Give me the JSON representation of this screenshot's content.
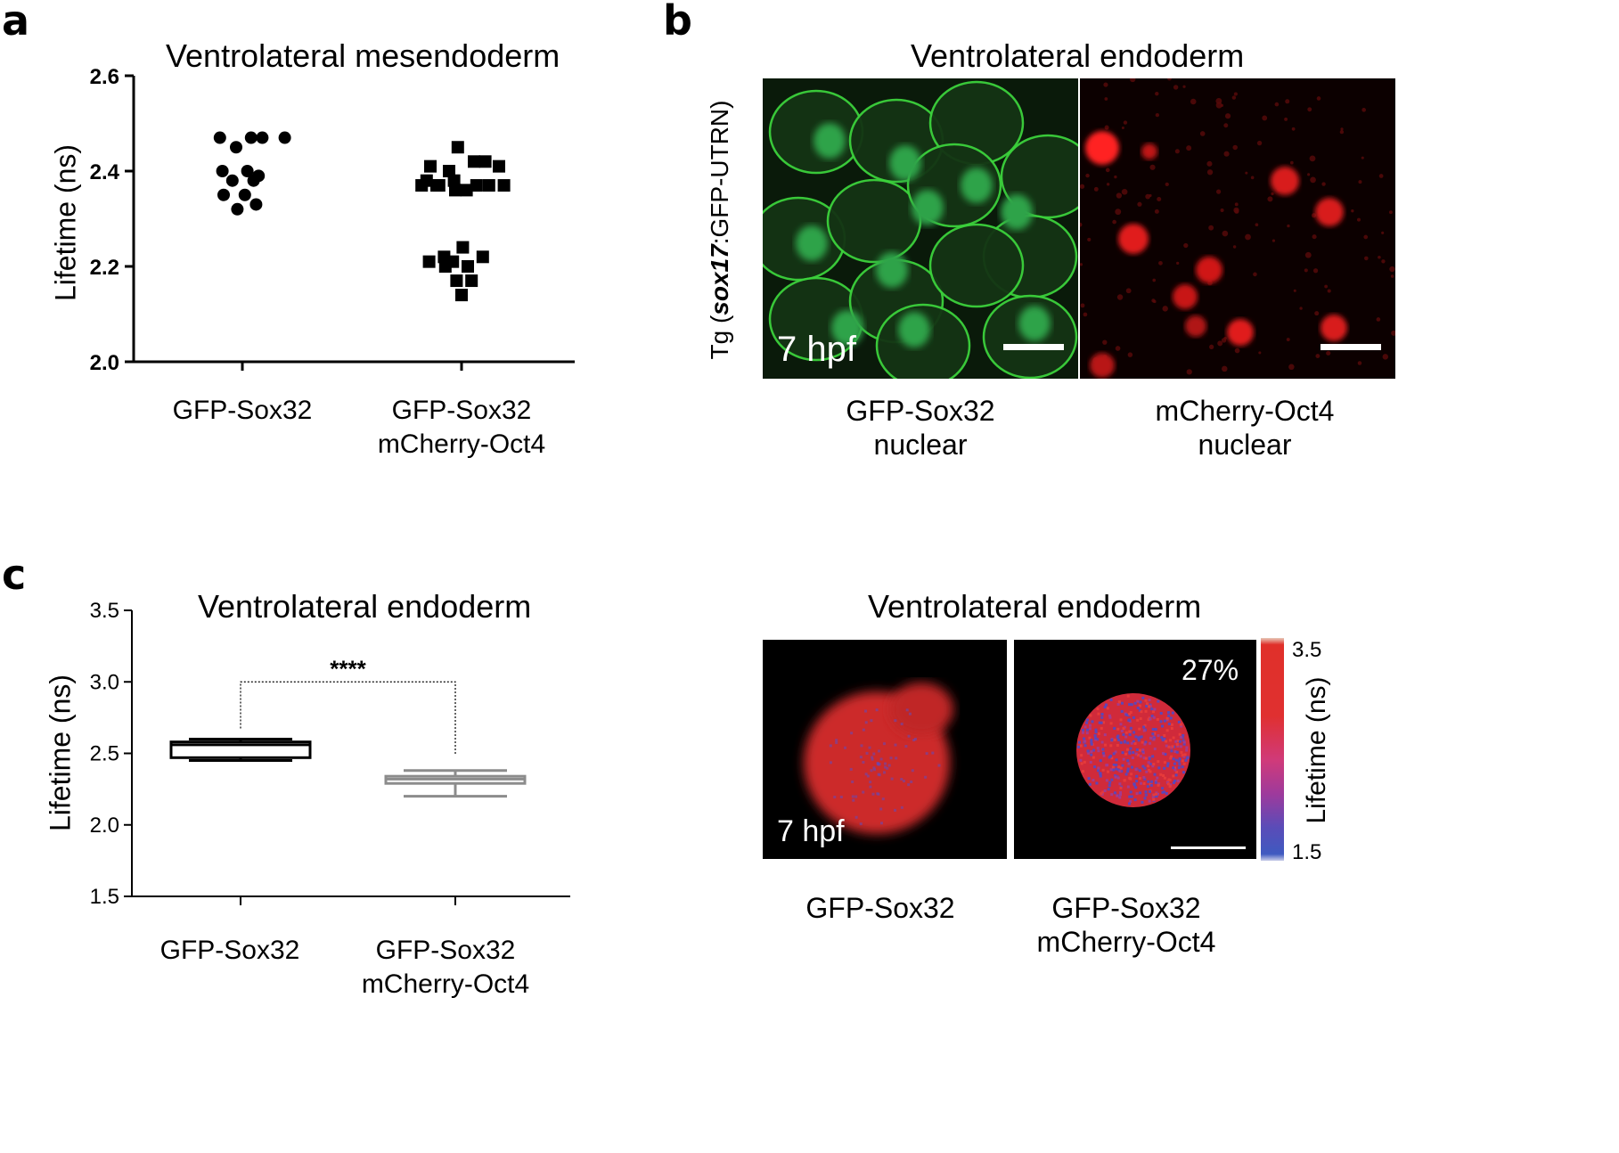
{
  "panels": {
    "a": {
      "letter": "a"
    },
    "b": {
      "letter": "b"
    },
    "c": {
      "letter": "c"
    }
  },
  "chart_data": [
    {
      "type": "scatter",
      "title": "Ventrolateral mesendoderm",
      "ylabel": "Lifetime (ns)",
      "xlabel": "",
      "ylim": [
        2.0,
        2.6
      ],
      "yticks": [
        "2.0",
        "2.2",
        "2.4",
        "2.6"
      ],
      "categories": [
        "GFP-Sox32",
        "GFP-Sox32\nmCherry-Oct4"
      ],
      "series": [
        {
          "category": 0,
          "marker": "circle",
          "x": [
            -0.18,
            -0.05,
            0.07,
            0.16,
            0.34,
            -0.16,
            0.04,
            0.13,
            -0.08,
            0.09,
            -0.15,
            0.02,
            0.11,
            -0.04
          ],
          "y": [
            2.47,
            2.45,
            2.47,
            2.47,
            2.47,
            2.4,
            2.4,
            2.39,
            2.38,
            2.38,
            2.35,
            2.35,
            2.33,
            2.32
          ]
        },
        {
          "category": 1,
          "marker": "square",
          "x": [
            -0.03,
            -0.25,
            -0.1,
            -0.32,
            -0.2,
            -0.06,
            0.1,
            0.19,
            0.3,
            -0.28,
            -0.18,
            -0.05,
            0.04,
            0.12,
            0.22,
            0.34,
            -0.14,
            0.01,
            -0.07,
            0.17,
            -0.26,
            -0.13,
            0.05,
            -0.04,
            0.08,
            0.0
          ],
          "y": [
            2.45,
            2.41,
            2.4,
            2.37,
            2.37,
            2.38,
            2.42,
            2.42,
            2.41,
            2.38,
            2.37,
            2.36,
            2.36,
            2.37,
            2.37,
            2.37,
            2.22,
            2.24,
            2.21,
            2.22,
            2.21,
            2.2,
            2.2,
            2.17,
            2.17,
            2.14
          ]
        }
      ]
    },
    {
      "type": "box",
      "title": "Ventrolateral endoderm",
      "ylabel": "Lifetime (ns)",
      "xlabel": "",
      "ylim": [
        1.5,
        3.5
      ],
      "yticks": [
        "1.5",
        "2.0",
        "2.5",
        "3.0",
        "3.5"
      ],
      "categories": [
        "GFP-Sox32",
        "GFP-Sox32\nmCherry-Oct4"
      ],
      "boxes": [
        {
          "name": "GFP-Sox32",
          "min": 2.45,
          "q1": 2.47,
          "median": 2.56,
          "q3": 2.58,
          "max": 2.6,
          "color": "#000000"
        },
        {
          "name": "GFP-Sox32 mCherry-Oct4",
          "min": 2.2,
          "q1": 2.29,
          "median": 2.32,
          "q3": 2.34,
          "max": 2.38,
          "color": "#8c8c8c"
        }
      ],
      "significance": "****"
    }
  ],
  "panel_b": {
    "title": "Ventrolateral endoderm",
    "ylabel_prefix": "Tg (",
    "ylabel_italic": "sox17",
    "ylabel_suffix": ":GFP-UTRN)",
    "time_label": "7 hpf",
    "labels": [
      "GFP-Sox32\nnuclear",
      "mCherry-Oct4\nnuclear"
    ],
    "colors": {
      "green": "#3cc43c",
      "red": "#e01a1a"
    }
  },
  "panel_c_right": {
    "title": "Ventrolateral endoderm",
    "time_label": "7 hpf",
    "percent": "27%",
    "colorbar": {
      "label": "Lifetime (ns)",
      "max": "3.5",
      "min": "1.5"
    },
    "labels": [
      "GFP-Sox32",
      "GFP-Sox32\nmCherry-Oct4"
    ]
  }
}
